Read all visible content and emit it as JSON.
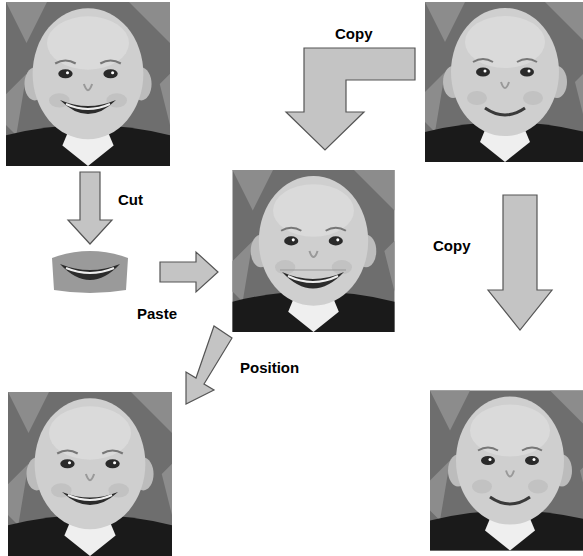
{
  "diagram": {
    "labels": [
      "Copy",
      "Cut",
      "Paste",
      "Position",
      "Copy"
    ]
  }
}
